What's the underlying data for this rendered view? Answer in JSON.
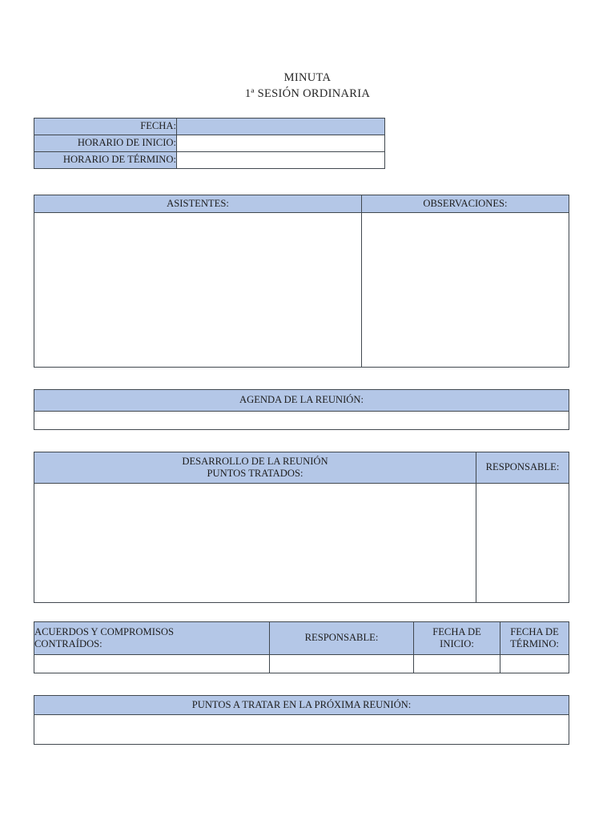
{
  "document": {
    "title_line_1": "MINUTA",
    "title_line_2": "1ª SESIÓN ORDINARIA"
  },
  "meeting_info": {
    "rows": [
      {
        "label": "FECHA:",
        "value": "",
        "value_filled": true
      },
      {
        "label": "HORARIO DE INICIO:",
        "value": "",
        "value_filled": false
      },
      {
        "label": "HORARIO DE TÉRMINO:",
        "value": "",
        "value_filled": false
      }
    ]
  },
  "attendees_section": {
    "headers": [
      "ASISTENTES:",
      "OBSERVACIONES:"
    ],
    "attendees_value": "",
    "observations_value": ""
  },
  "agenda_section": {
    "header": "AGENDA DE LA REUNIÓN:",
    "value": ""
  },
  "development_section": {
    "header_line_1": "DESARROLLO DE LA REUNIÓN",
    "header_line_2": "PUNTOS TRATADOS:",
    "responsible_header": "RESPONSABLE:",
    "points_value": "",
    "responsible_value": ""
  },
  "agreements_section": {
    "headers": {
      "agreements_line_1": "ACUERDOS Y COMPROMISOS",
      "agreements_line_2": "CONTRAÍDOS:",
      "responsible": "RESPONSABLE:",
      "start_date_line_1": "FECHA DE",
      "start_date_line_2": "INICIO:",
      "end_date_line_1": "FECHA DE",
      "end_date_line_2": "TÉRMINO:"
    },
    "row": {
      "agreements": "",
      "responsible": "",
      "start_date": "",
      "end_date": ""
    }
  },
  "next_meeting_section": {
    "header": "PUNTOS A TRATAR EN LA PRÓXIMA REUNIÓN:",
    "value": ""
  },
  "colors": {
    "header_fill": "#b4c7e7",
    "border": "#41484f",
    "text": "#1d1d1d",
    "page_background": "#ffffff"
  }
}
